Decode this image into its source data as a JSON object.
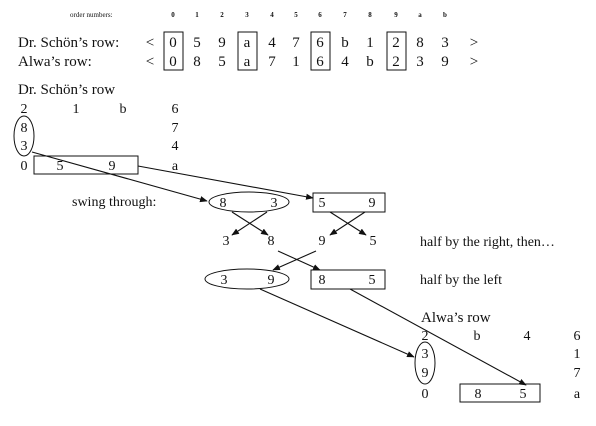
{
  "header": {
    "order_label": "order numbers:",
    "order_numbers": [
      "0",
      "1",
      "2",
      "3",
      "4",
      "5",
      "6",
      "7",
      "8",
      "9",
      "a",
      "b"
    ]
  },
  "rows": {
    "schon": {
      "label": "Dr. Schön’s row:",
      "open": "<",
      "close": ">",
      "values": [
        "0",
        "5",
        "9",
        "a",
        "4",
        "7",
        "6",
        "b",
        "1",
        "2",
        "8",
        "3"
      ]
    },
    "alwa": {
      "label": "Alwa’s row:",
      "open": "<",
      "close": ">",
      "values": [
        "0",
        "8",
        "5",
        "a",
        "7",
        "1",
        "6",
        "4",
        "b",
        "2",
        "3",
        "9"
      ]
    }
  },
  "schon_block": {
    "title": "Dr. Schön’s row",
    "top": [
      "2",
      "1",
      "b",
      "6"
    ],
    "left_col": [
      "8",
      "3",
      "0"
    ],
    "right_col": [
      "7",
      "4",
      "a"
    ],
    "bottom_box": [
      "5",
      "9"
    ]
  },
  "swing": {
    "label": "swing through:",
    "pair_left": [
      "8",
      "3"
    ],
    "pair_right": [
      "5",
      "9"
    ],
    "mid": [
      "3",
      "8",
      "9",
      "5"
    ],
    "half_right": "half by the right, then…",
    "result_left": [
      "3",
      "9"
    ],
    "result_right": [
      "8",
      "5"
    ],
    "half_left": "half by the left"
  },
  "alwa_block": {
    "title": "Alwa’s row",
    "top": [
      "2",
      "b",
      "4",
      "6"
    ],
    "left_col": [
      "3",
      "9",
      "0"
    ],
    "right_col": [
      "1",
      "7",
      "a"
    ],
    "bottom_box": [
      "8",
      "5"
    ]
  }
}
